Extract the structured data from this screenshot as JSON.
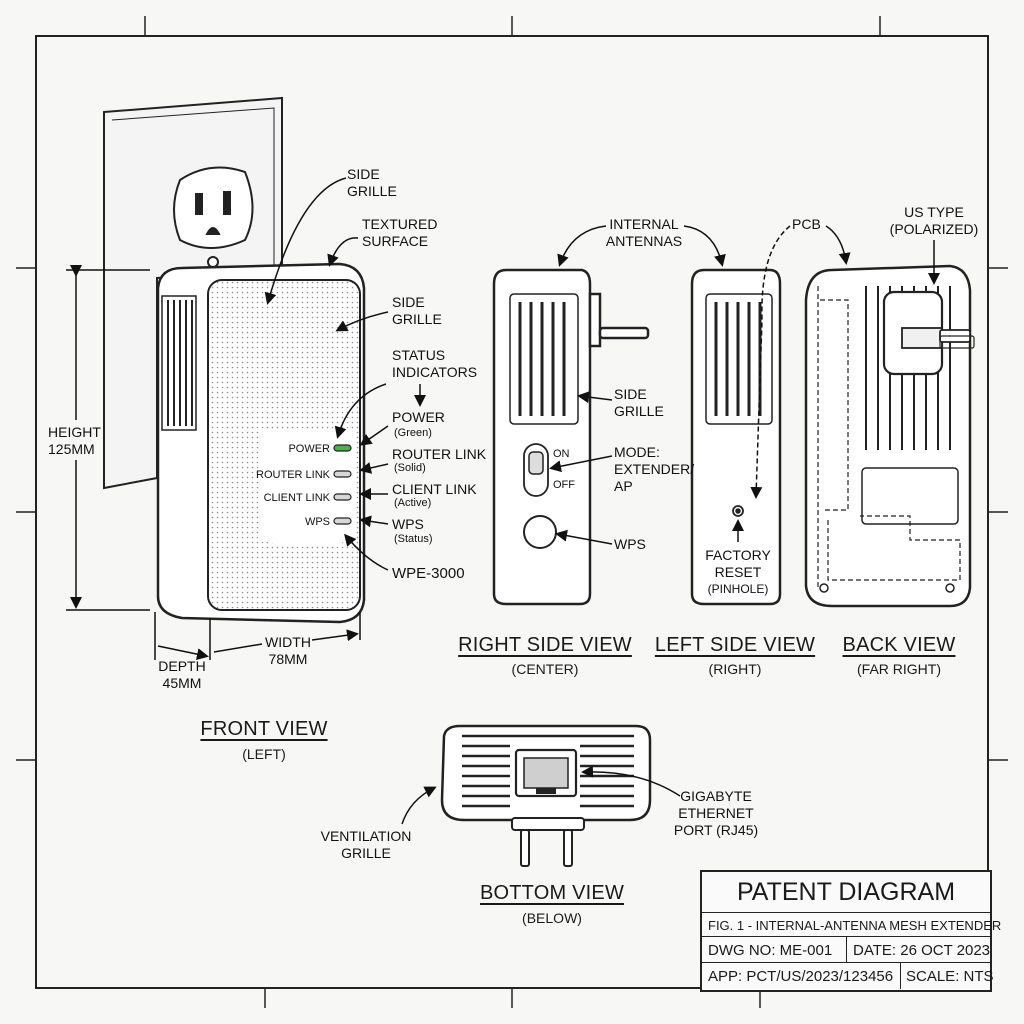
{
  "front": {
    "title": "FRONT VIEW",
    "subtitle": "(LEFT)",
    "model": "WPE-3000",
    "callouts": {
      "side_grille_top": "SIDE\nGRILLE",
      "textured_surface": "TEXTURED\nSURFACE",
      "side_grille_mid": "SIDE\nGRILLE",
      "status_indicators": "STATUS\nINDICATORS"
    },
    "leds": [
      {
        "label": "POWER",
        "status": "POWER",
        "state": "(Green)",
        "color": "#4caf50"
      },
      {
        "label": "ROUTER LINK",
        "status": "ROUTER LINK",
        "state": "(Solid)",
        "color": "#cfcfcf"
      },
      {
        "label": "CLIENT LINK",
        "status": "CLIENT LINK",
        "state": "(Active)",
        "color": "#cfcfcf"
      },
      {
        "label": "WPS",
        "status": "WPS",
        "state": "(Status)",
        "color": "#cfcfcf"
      }
    ],
    "dimensions": {
      "height": "HEIGHT\n125mm",
      "width": "WIDTH\n78mm",
      "depth": "DEPTH\n45mm"
    }
  },
  "right_side": {
    "title": "RIGHT SIDE VIEW",
    "subtitle": "(CENTER)",
    "internal_antennas": "INTERNAL\nANTENNAS",
    "side_grille": "SIDE\nGRILLE",
    "switch_on": "ON",
    "switch_off": "OFF",
    "mode": "MODE:\nEXTENDER/\nAP",
    "wps": "WPS"
  },
  "left_side": {
    "title": "LEFT SIDE VIEW",
    "subtitle": "(RIGHT)",
    "pcb": "PCB",
    "factory_reset": "FACTORY\nRESET",
    "pinhole": "(PINHOLE)"
  },
  "back": {
    "title": "BACK VIEW",
    "subtitle": "(FAR RIGHT)",
    "plug_type": "US TYPE\n(POLARIZED)"
  },
  "bottom": {
    "title": "BOTTOM VIEW",
    "subtitle": "(BELOW)",
    "ventilation": "VENTILATION\nGRILLE",
    "ethernet": "GIGABYTE\nETHERNET\nPORT (RJ45)"
  },
  "title_block": {
    "heading": "PATENT DIAGRAM",
    "figure": "FIG. 1 - INTERNAL-ANTENNA MESH EXTENDER",
    "drawing_no": "DWG NO: ME-001",
    "date": "DATE: 26 OCT 2023",
    "application": "APP: PCT/US/2023/123456",
    "scale": "SCALE: NTS"
  }
}
